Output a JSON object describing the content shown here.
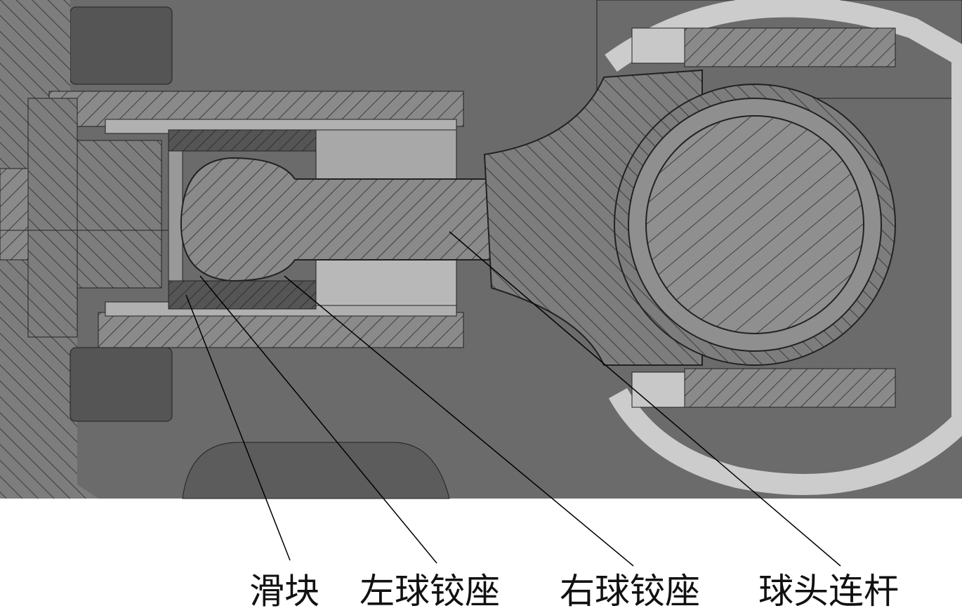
{
  "figure": {
    "description_labels": [
      {
        "id": "slider",
        "text": "滑块"
      },
      {
        "id": "left-ball-seat",
        "text": "左球铰座"
      },
      {
        "id": "right-ball-seat",
        "text": "右球铰座"
      },
      {
        "id": "ball-connecting-rod",
        "text": "球头连杆"
      }
    ]
  },
  "colors": {
    "background": "#6b6b6b",
    "part_light": "#9a9a9a",
    "part_dark": "#4a4a4a",
    "hatch": "#222222",
    "leader": "#000000"
  }
}
